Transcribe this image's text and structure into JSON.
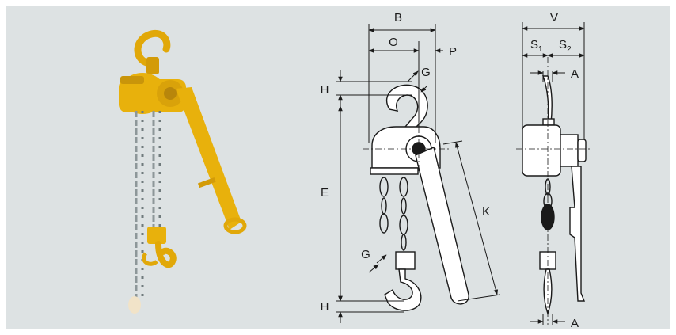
{
  "figure": {
    "background_color": "#dde2e3",
    "photo_description_colors": {
      "hoist_yellow": "#e8b10c",
      "chain_gray": "#8d9799"
    }
  },
  "dimensions": {
    "B": "B",
    "O": "O",
    "P": "P",
    "G_top": "G",
    "H_top": "H",
    "E": "E",
    "K": "K",
    "G_bottom": "G",
    "H_bottom": "H",
    "V": "V",
    "S1": "S",
    "S1_sub": "1",
    "S2": "S",
    "S2_sub": "2",
    "A_top": "A",
    "A_bottom": "A"
  }
}
